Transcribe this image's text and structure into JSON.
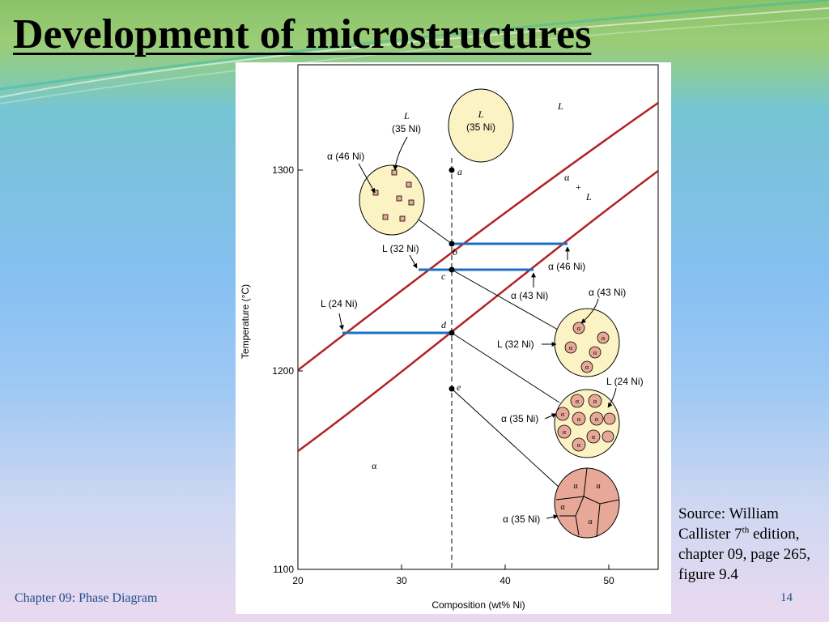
{
  "slide": {
    "title": "Development of microstructures",
    "footer_left": "Chapter 09: Phase Diagram",
    "page_number": "14",
    "source": {
      "line1": "Source: William Callister 7",
      "sup": "th",
      "line2": " edition, chapter 09, page 265, figure 9.4"
    }
  },
  "figure": {
    "xlabel": "Composition (wt% Ni)",
    "ylabel": "Temperature (°C)",
    "x_ticks": [
      "20",
      "30",
      "40",
      "50"
    ],
    "y_ticks": [
      "1100",
      "1200",
      "1300"
    ],
    "region_labels": {
      "liquid": "L",
      "two_phase_alpha": "α",
      "two_phase_plus": "+",
      "two_phase_L": "L",
      "solid": "α"
    },
    "points": {
      "a": "a",
      "b": "b",
      "c": "c",
      "d": "d",
      "e": "e"
    },
    "annotations": {
      "a_alpha46": "α (46 Ni)",
      "a_L": "L",
      "a_L35": "(35 Ni)",
      "a_circle_L": "L",
      "a_circle_L35": "(35 Ni)",
      "L32_tie": "L (32 Ni)",
      "alpha46_tie": "α (46 Ni)",
      "alpha43_tie": "α (43 Ni)",
      "L24_tie": "L (24 Ni)",
      "c_alpha43": "α (43 Ni)",
      "c_L32": "L (32 Ni)",
      "d_L24": "L (24 Ni)",
      "d_alpha35": "α (35 Ni)",
      "e_alpha35": "α (35 Ni)",
      "grain_label": "α"
    },
    "colors": {
      "boundary": "#b22222",
      "tie_line": "#1f6fc0",
      "liquid_fill": "#fcf3c4",
      "alpha_fill": "#e8a898"
    }
  }
}
